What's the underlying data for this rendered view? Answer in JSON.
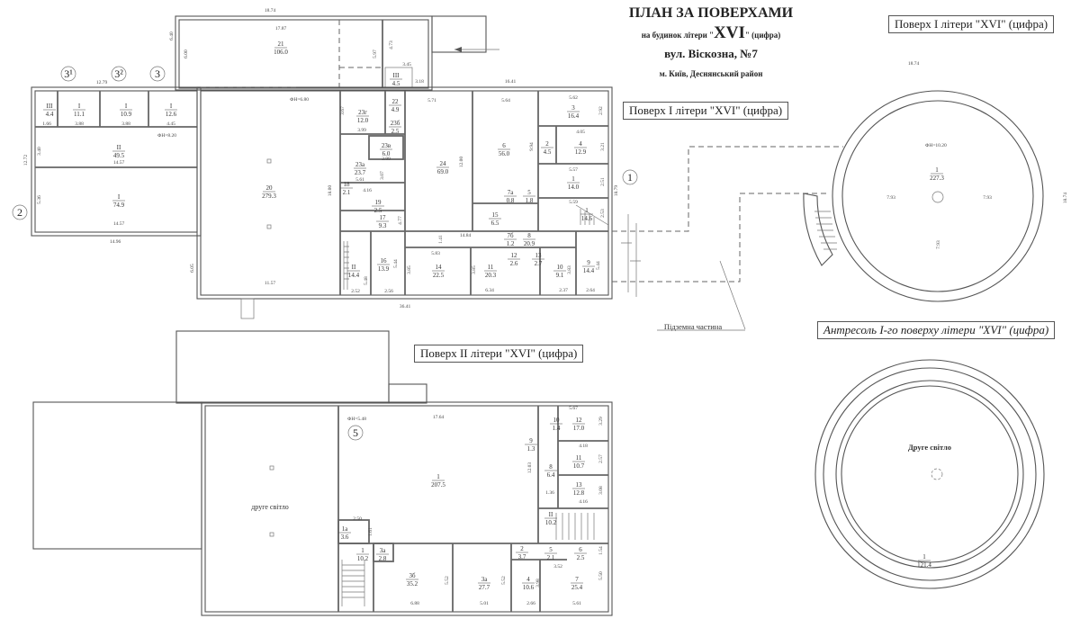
{
  "title": {
    "main": "ПЛАН ЗА ПОВЕРХАМИ",
    "line2_prefix": "на будинок літери \"",
    "letter": "XVI",
    "line2_suffix": "\" (цифра)",
    "street": "вул.  Віскозна,  №7",
    "city": "м. Київ,  Деснянський  район"
  },
  "labels": {
    "floor1_main": "Поверх  I  літери \"XVI\" (цифра)",
    "floor1_round": "Поверх  I  літери \"XVI\" (цифра)",
    "floor2": "Поверх II літери \"XVI\" (цифра)",
    "mezzanine": "Антресоль  I-го поверху літери \"XVI\" (цифра)",
    "underground": "Підземна частина",
    "second_light_f2": "друге світло",
    "second_light_round": "Друге світло"
  },
  "markers": [
    "3¹",
    "3²",
    "3",
    "2",
    "1",
    "5"
  ],
  "levels": {
    "f1_hall": "ФН=6.80",
    "f1_wing": "ФН=8.20",
    "round": "ФН=10.20",
    "f2": "ФН=5.48"
  },
  "floor1": {
    "rooms": [
      {
        "num": "21",
        "area": "106.0"
      },
      {
        "num": "III",
        "area": "4.4"
      },
      {
        "num": "I",
        "area": "11.1"
      },
      {
        "num": "I",
        "area": "10.9"
      },
      {
        "num": "I",
        "area": "12.6"
      },
      {
        "num": "II",
        "area": "49.5"
      },
      {
        "num": "I",
        "area": "74.9"
      },
      {
        "num": "20",
        "area": "279.3"
      },
      {
        "num": "III",
        "area": "4.5"
      },
      {
        "num": "23г",
        "area": "12.0"
      },
      {
        "num": "22",
        "area": "4.9"
      },
      {
        "num": "23б",
        "area": "2.5"
      },
      {
        "num": "23в",
        "area": "6.0"
      },
      {
        "num": "23а",
        "area": "23.7"
      },
      {
        "num": "18",
        "area": "2.1"
      },
      {
        "num": "19",
        "area": "2.5"
      },
      {
        "num": "17",
        "area": "9.3"
      },
      {
        "num": "24",
        "area": "69.0"
      },
      {
        "num": "6",
        "area": "56.0"
      },
      {
        "num": "3",
        "area": "16.4"
      },
      {
        "num": "2",
        "area": "4.5"
      },
      {
        "num": "4",
        "area": "12.9"
      },
      {
        "num": "1",
        "area": "14.0"
      },
      {
        "num": "1",
        "area": "14.6"
      },
      {
        "num": "7а",
        "area": "0.8"
      },
      {
        "num": "5",
        "area": "1.8"
      },
      {
        "num": "15",
        "area": "6.5"
      },
      {
        "num": "7б",
        "area": "1.2"
      },
      {
        "num": "8",
        "area": "20.9"
      },
      {
        "num": "II",
        "area": "14.4"
      },
      {
        "num": "16",
        "area": "13.9"
      },
      {
        "num": "14",
        "area": "22.5"
      },
      {
        "num": "11",
        "area": "20.3"
      },
      {
        "num": "12",
        "area": "2.6"
      },
      {
        "num": "13",
        "area": "2.7"
      },
      {
        "num": "10",
        "area": "9.1"
      },
      {
        "num": "9",
        "area": "14.4"
      }
    ],
    "dims": [
      "18.74",
      "17.87",
      "6.40",
      "6.00",
      "5.97",
      "4.73",
      "3.45",
      "3.18",
      "12.79",
      "3.88",
      "3.88",
      "4.45",
      "1.66",
      "3.40",
      "12.72",
      "5.36",
      "14.57",
      "14.57",
      "14.96",
      "18.00",
      "6.05",
      "11.57",
      "36.41",
      "16.41",
      "5.71",
      "5.64",
      "5.62",
      "2.92",
      "4.05",
      "3.21",
      "5.57",
      "2.51",
      "5.59",
      "2.53",
      "18.79",
      "12.00",
      "9.94",
      "3.99",
      "3.67",
      "2.99",
      "5.61",
      "3.07",
      "4.16",
      "4.77",
      "14.84",
      "1.41",
      "5.83",
      "3.85",
      "3.85",
      "3.83",
      "5.44",
      "5.48",
      "5.44",
      "6.34",
      "2.52",
      "2.56",
      "2.37",
      "2.64"
    ]
  },
  "round1": {
    "room": {
      "num": "1",
      "area": "227.3"
    },
    "dims": [
      "7.93",
      "7.93",
      "7.93",
      "18.74",
      "18.74"
    ]
  },
  "floor2": {
    "rooms": [
      {
        "num": "1",
        "area": "207.5"
      },
      {
        "num": "10",
        "area": "1.4"
      },
      {
        "num": "12",
        "area": "17.0"
      },
      {
        "num": "9",
        "area": "1.3"
      },
      {
        "num": "11",
        "area": "10.7"
      },
      {
        "num": "8",
        "area": "6.4"
      },
      {
        "num": "13",
        "area": "12.8"
      },
      {
        "num": "II",
        "area": "10.2"
      },
      {
        "num": "2",
        "area": "3.7"
      },
      {
        "num": "5",
        "area": "2.1"
      },
      {
        "num": "6",
        "area": "2.5"
      },
      {
        "num": "4",
        "area": "10.6"
      },
      {
        "num": "7",
        "area": "25.4"
      },
      {
        "num": "3а",
        "area": "27.7"
      },
      {
        "num": "3б",
        "area": "35.2"
      },
      {
        "num": "1а",
        "area": "3.6"
      },
      {
        "num": "1",
        "area": "10.2"
      },
      {
        "num": "3а",
        "area": "2.8"
      }
    ],
    "dims": [
      "17.64",
      "12.03",
      "5.67",
      "3.29",
      "4.18",
      "2.57",
      "3.08",
      "4.16",
      "1.36",
      "2.50",
      "1.61",
      "5.52",
      "5.52",
      "3.98",
      "3.52",
      "1.54",
      "5.50",
      "6.88",
      "5.01",
      "2.66",
      "5.61"
    ]
  },
  "mezzanine": {
    "room": {
      "num": "1",
      "area": "121.4"
    }
  }
}
